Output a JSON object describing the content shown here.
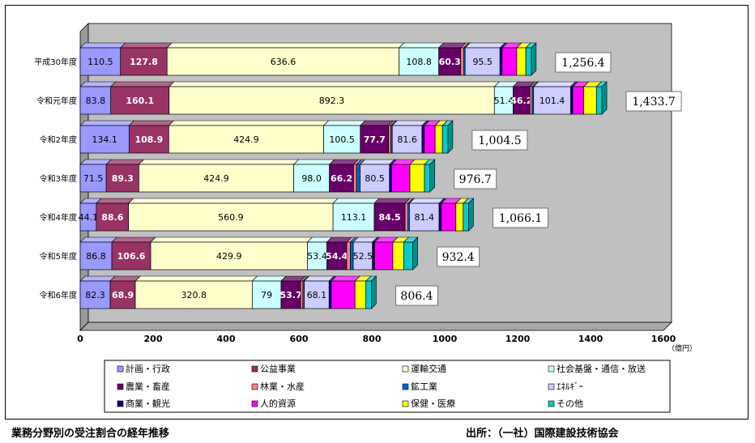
{
  "caption_title": "業務分野別の受注割合の経年推移",
  "caption_source": "出所：（一社）国際建設技術協会",
  "chart_data": {
    "type": "bar",
    "orientation": "horizontal",
    "stacked": true,
    "three_d": true,
    "unit_label": "（億円）",
    "xlim": [
      0,
      1600
    ],
    "xticks": [
      0,
      200,
      400,
      600,
      800,
      1000,
      1200,
      1400,
      1600
    ],
    "grid": false,
    "legend_position": "bottom",
    "categories": [
      "平成30年度",
      "令和元年度",
      "令和2年度",
      "令和3年度",
      "令和4年度",
      "令和5年度",
      "令和6年度"
    ],
    "totals": [
      "1,256.4",
      "1,433.7",
      "1,004.5",
      "976.7",
      "1,066.1",
      "932.4",
      "806.4"
    ],
    "series": [
      {
        "name": "計画・行政",
        "color": "#9999ff",
        "values": [
          110.5,
          83.8,
          134.1,
          71.5,
          44.1,
          86.8,
          82.3
        ],
        "labels": [
          "110.5",
          "83.8",
          "134.1",
          "71.5",
          "44.1",
          "86.8",
          "82.3"
        ],
        "label_color": "#000000"
      },
      {
        "name": "公益事業",
        "color": "#993366",
        "values": [
          127.8,
          160.1,
          108.9,
          89.3,
          88.6,
          106.6,
          68.9
        ],
        "labels": [
          "127.8",
          "160.1",
          "108.9",
          "89.3",
          "88.6",
          "106.6",
          "68.9"
        ],
        "label_color": "#ffffff"
      },
      {
        "name": "運輸交通",
        "color": "#ffffcc",
        "values": [
          636.6,
          892.3,
          424.9,
          424.9,
          560.9,
          429.9,
          320.8
        ],
        "labels": [
          "636.6",
          "892.3",
          "424.9",
          "424.9",
          "560.9",
          "429.9",
          "320.8"
        ],
        "label_color": "#000000"
      },
      {
        "name": "社会基盤・通信・放送",
        "color": "#ccffff",
        "values": [
          108.8,
          51.4,
          100.5,
          98.0,
          113.1,
          53.4,
          79
        ],
        "labels": [
          "108.8",
          "51.4",
          "100.5",
          "98.0",
          "113.1",
          "53.4",
          "79"
        ],
        "label_color": "#000000"
      },
      {
        "name": "農業・畜産",
        "color": "#660066",
        "values": [
          60.3,
          46.2,
          77.7,
          66.2,
          84.5,
          54.4,
          53.7
        ],
        "labels": [
          "60.3",
          "46.2",
          "77.7",
          "66.2",
          "84.5",
          "54.4",
          "53.7"
        ],
        "label_color": "#ffffff"
      },
      {
        "name": "林業・水産",
        "color": "#ff8080",
        "values": [
          8,
          6,
          6,
          8,
          8,
          10,
          6
        ],
        "labels": [
          "",
          "",
          "",
          "",
          "",
          "",
          ""
        ],
        "label_color": "#000000"
      },
      {
        "name": "鉱工業",
        "color": "#0066cc",
        "values": [
          4,
          4,
          4,
          10,
          4,
          8,
          4
        ],
        "labels": [
          "",
          "",
          "",
          "",
          "",
          "",
          ""
        ],
        "label_color": "#000000"
      },
      {
        "name": "ｴﾈﾙｷﾞｰ",
        "color": "#ccccff",
        "values": [
          95.5,
          101.4,
          81.6,
          80.5,
          81.4,
          52.5,
          68.1
        ],
        "labels": [
          "95.5",
          "101.4",
          "81.6",
          "80.5",
          "81.4",
          "52.5",
          "68.1"
        ],
        "label_color": "#000000"
      },
      {
        "name": "商業・観光",
        "color": "#000080",
        "values": [
          6,
          6,
          6,
          6,
          6,
          6,
          6
        ],
        "labels": [
          "",
          "",
          "",
          "",
          "",
          "",
          ""
        ],
        "label_color": "#ffffff"
      },
      {
        "name": "人的資源",
        "color": "#ff00ff",
        "values": [
          40,
          30,
          30,
          50,
          40,
          50,
          65
        ],
        "labels": [
          "",
          "",
          "",
          "",
          "",
          "",
          ""
        ],
        "label_color": "#000000"
      },
      {
        "name": "保健・医療",
        "color": "#ffff00",
        "values": [
          25,
          35,
          20,
          40,
          20,
          30,
          30
        ],
        "labels": [
          "",
          "",
          "",
          "",
          "",
          "",
          ""
        ],
        "label_color": "#000000"
      },
      {
        "name": "その他",
        "color": "#00cccc",
        "values": [
          15,
          15,
          15,
          15,
          15,
          25,
          15
        ],
        "labels": [
          "",
          "",
          "",
          "",
          "",
          "",
          ""
        ],
        "label_color": "#000000"
      }
    ]
  }
}
